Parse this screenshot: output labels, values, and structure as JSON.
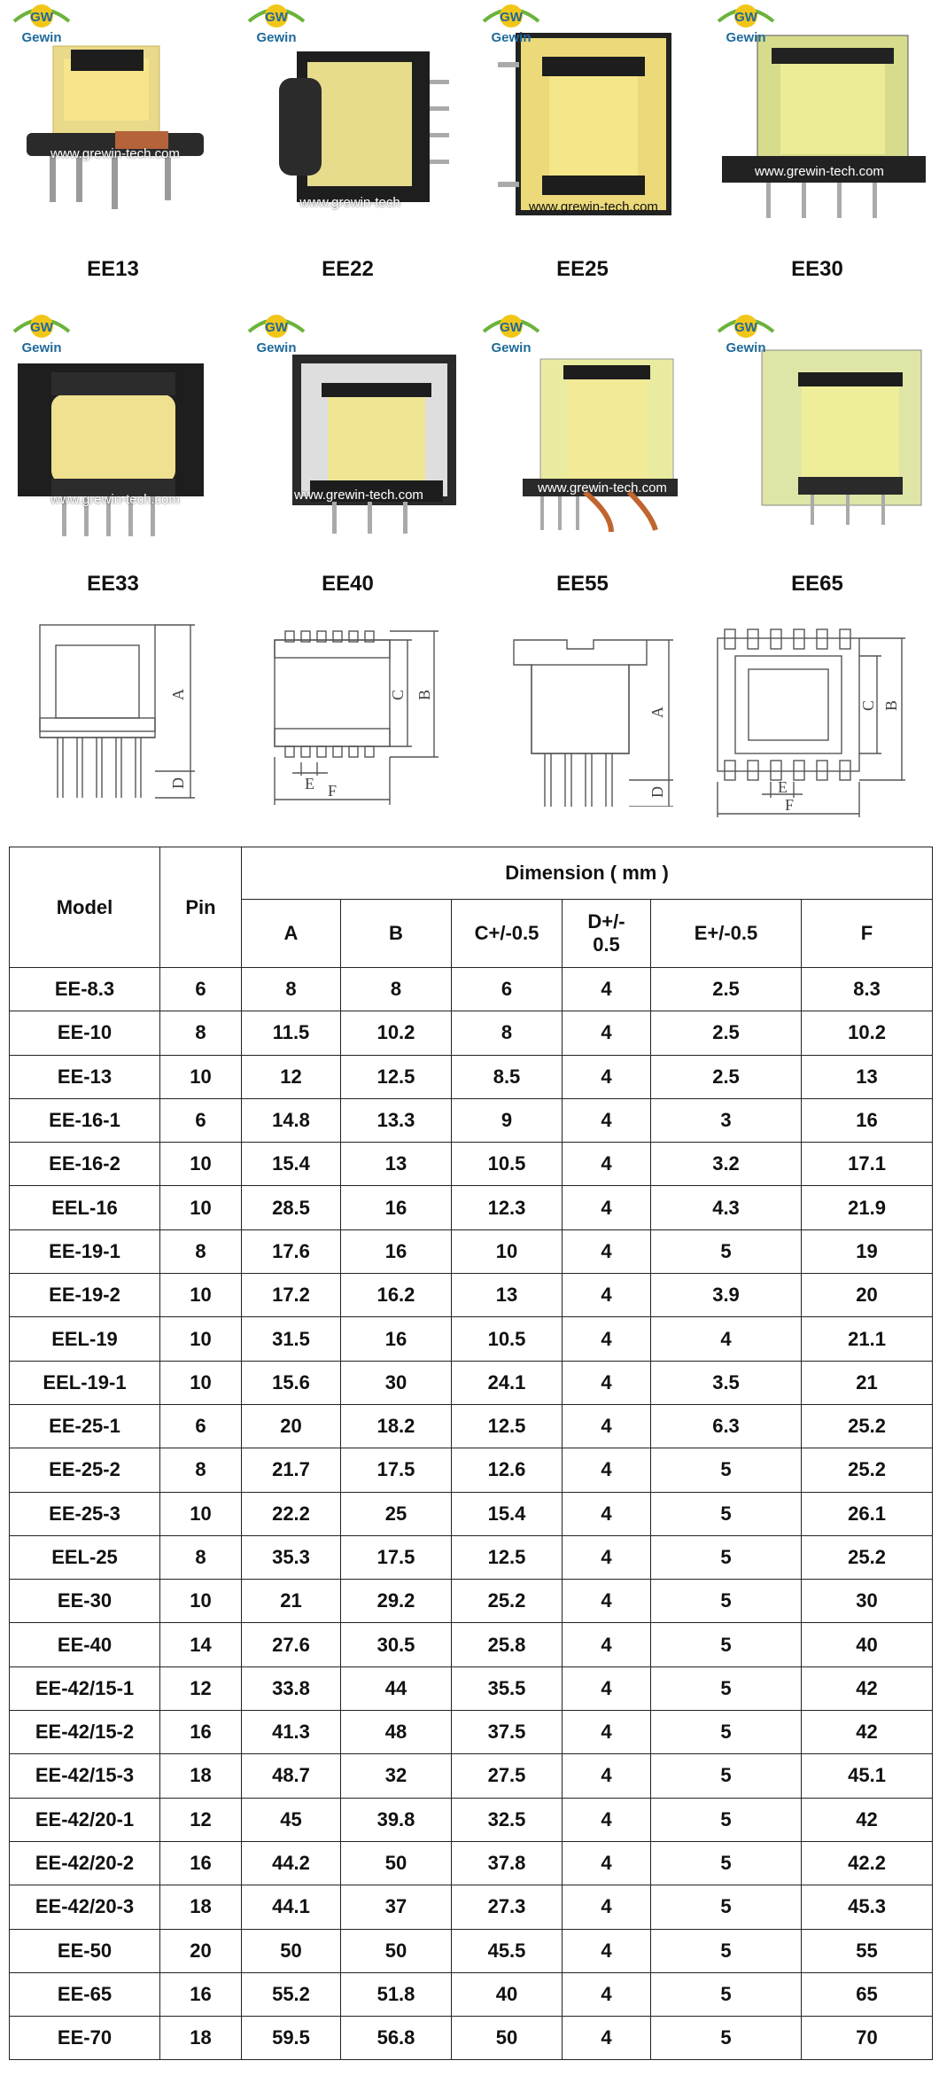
{
  "brand": {
    "logo_text": "Gewin",
    "logo_glyph": "GW",
    "watermark_full": "www.grewin-tech.com",
    "watermark_short": "www.grewin-tech",
    "accent_green": "#6bb33a",
    "accent_yellow": "#f2c618",
    "accent_blue": "#1f6a9a"
  },
  "products": [
    {
      "label": "EE13"
    },
    {
      "label": "EE22"
    },
    {
      "label": "EE25"
    },
    {
      "label": "EE30"
    },
    {
      "label": "EE33"
    },
    {
      "label": "EE40"
    },
    {
      "label": "EE55"
    },
    {
      "label": "EE65"
    }
  ],
  "drawing_labels": {
    "a": "A",
    "b": "B",
    "c": "C",
    "d": "D",
    "e": "E",
    "f": "F"
  },
  "table": {
    "headers": {
      "model": "Model",
      "pin": "Pin",
      "dimension": "Dimension ( mm )",
      "a": "A",
      "b": "B",
      "c": "C+/-0.5",
      "d": "D+/-\n0.5",
      "e": "E+/-0.5",
      "f": "F"
    },
    "rows": [
      [
        "EE-8.3",
        "6",
        "8",
        "8",
        "6",
        "4",
        "2.5",
        "8.3"
      ],
      [
        "EE-10",
        "8",
        "11.5",
        "10.2",
        "8",
        "4",
        "2.5",
        "10.2"
      ],
      [
        "EE-13",
        "10",
        "12",
        "12.5",
        "8.5",
        "4",
        "2.5",
        "13"
      ],
      [
        "EE-16-1",
        "6",
        "14.8",
        "13.3",
        "9",
        "4",
        "3",
        "16"
      ],
      [
        "EE-16-2",
        "10",
        "15.4",
        "13",
        "10.5",
        "4",
        "3.2",
        "17.1"
      ],
      [
        "EEL-16",
        "10",
        "28.5",
        "16",
        "12.3",
        "4",
        "4.3",
        "21.9"
      ],
      [
        "EE-19-1",
        "8",
        "17.6",
        "16",
        "10",
        "4",
        "5",
        "19"
      ],
      [
        "EE-19-2",
        "10",
        "17.2",
        "16.2",
        "13",
        "4",
        "3.9",
        "20"
      ],
      [
        "EEL-19",
        "10",
        "31.5",
        "16",
        "10.5",
        "4",
        "4",
        "21.1"
      ],
      [
        "EEL-19-1",
        "10",
        "15.6",
        "30",
        "24.1",
        "4",
        "3.5",
        "21"
      ],
      [
        "EE-25-1",
        "6",
        "20",
        "18.2",
        "12.5",
        "4",
        "6.3",
        "25.2"
      ],
      [
        "EE-25-2",
        "8",
        "21.7",
        "17.5",
        "12.6",
        "4",
        "5",
        "25.2"
      ],
      [
        "EE-25-3",
        "10",
        "22.2",
        "25",
        "15.4",
        "4",
        "5",
        "26.1"
      ],
      [
        "EEL-25",
        "8",
        "35.3",
        "17.5",
        "12.5",
        "4",
        "5",
        "25.2"
      ],
      [
        "EE-30",
        "10",
        "21",
        "29.2",
        "25.2",
        "4",
        "5",
        "30"
      ],
      [
        "EE-40",
        "14",
        "27.6",
        "30.5",
        "25.8",
        "4",
        "5",
        "40"
      ],
      [
        "EE-42/15-1",
        "12",
        "33.8",
        "44",
        "35.5",
        "4",
        "5",
        "42"
      ],
      [
        "EE-42/15-2",
        "16",
        "41.3",
        "48",
        "37.5",
        "4",
        "5",
        "42"
      ],
      [
        "EE-42/15-3",
        "18",
        "48.7",
        "32",
        "27.5",
        "4",
        "5",
        "45.1"
      ],
      [
        "EE-42/20-1",
        "12",
        "45",
        "39.8",
        "32.5",
        "4",
        "5",
        "42"
      ],
      [
        "EE-42/20-2",
        "16",
        "44.2",
        "50",
        "37.8",
        "4",
        "5",
        "42.2"
      ],
      [
        "EE-42/20-3",
        "18",
        "44.1",
        "37",
        "27.3",
        "4",
        "5",
        "45.3"
      ],
      [
        "EE-50",
        "20",
        "50",
        "50",
        "45.5",
        "4",
        "5",
        "55"
      ],
      [
        "EE-65",
        "16",
        "55.2",
        "51.8",
        "40",
        "4",
        "5",
        "65"
      ],
      [
        "EE-70",
        "18",
        "59.5",
        "56.8",
        "50",
        "4",
        "5",
        "70"
      ]
    ]
  }
}
